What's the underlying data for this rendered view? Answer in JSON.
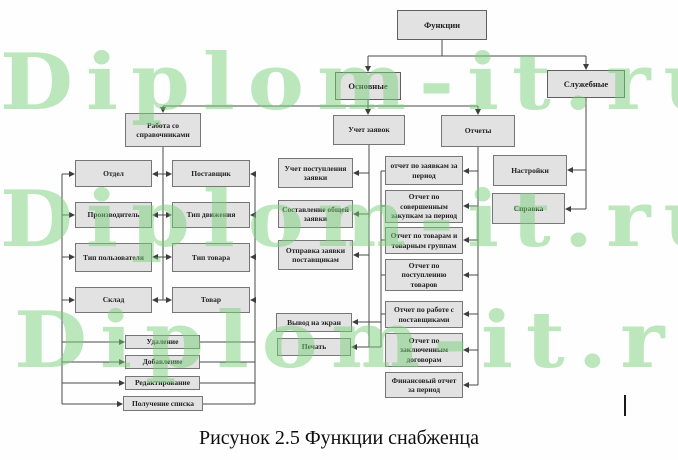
{
  "watermark": {
    "text": "Diplom-it.ru",
    "color": "#7ad07a"
  },
  "caption": "Рисунок 2.5  Функции снабженца",
  "colors": {
    "box_fill": "#e2e2e2",
    "box_border": "#767676",
    "line": "#4a4a4a",
    "watermark": "#7ad07a"
  },
  "nodes": {
    "root": "Функции",
    "main": "Основные",
    "service": "Служебные",
    "directories": "Работа со справочниками",
    "requests": "Учет заявок",
    "reports": "Отчеты",
    "dir_otdel": "Отдел",
    "dir_proizvoditel": "Производитель",
    "dir_tip_polzovatelya": "Тип пользователя",
    "dir_sklad": "Склад",
    "dir_postavshchik": "Поставщик",
    "dir_tip_dvizheniya": "Тип движения",
    "dir_tip_tovara": "Тип товара",
    "dir_tovar": "Товар",
    "op_udalenie": "Удаление",
    "op_dobavlenie": "Добавление",
    "op_redaktirovanie": "Редактирование",
    "op_poluchenie_spiska": "Получение списка",
    "req_postuplenie": "Учет поступления заявки",
    "req_sostavlenie": "Составление общей заявки",
    "req_otpravka": "Отправка заявки поставщикам",
    "out_vyvod": "Вывод на экран",
    "out_pechat": "Печать",
    "rep_zayavkam": "отчет по заявкам за период",
    "rep_zakupkam": "Отчет по совершенным закупкам за период",
    "rep_tovaram": "Отчет по товарам и товарным группам",
    "rep_postupleniyu": "Отчет по поступлению товаров",
    "rep_rabote": "Отчет по работе с поставщиками",
    "rep_dogovoram": "Отчет по заключенным договорам",
    "rep_finansovyi": "Финансовый отчет за период",
    "svc_nastroyki": "Настройки",
    "svc_spravka": "Справка"
  }
}
